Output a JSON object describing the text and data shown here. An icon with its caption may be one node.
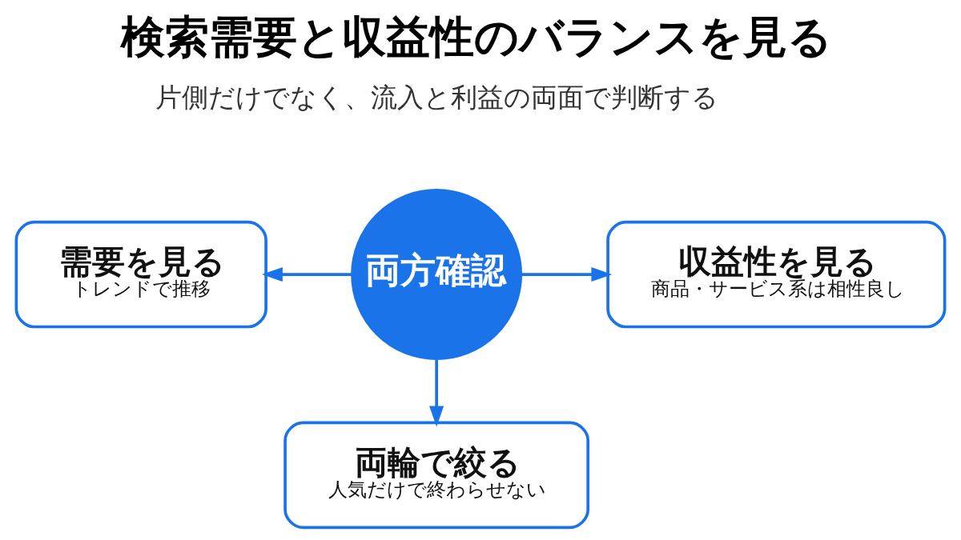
{
  "diagram": {
    "title": "検索需要と収益性のバランスを見る",
    "nodes": [
      {
        "text": [
          "需要を見る",
          "トレンドで推移"
        ]
      },
      {
        "text": [
          "両方確認"
        ]
      },
      {
        "text": [
          "収益性を見る",
          "商品・サービス系は相性良し"
        ]
      },
      {
        "text": [
          "両輪で絞る",
          "人気だけで終わらせない"
        ]
      }
    ],
    "edges": [
      {
        "from": 1,
        "to": 0,
        "arrow": "to"
      },
      {
        "from": 1,
        "to": 2,
        "arrow": "to"
      },
      {
        "from": 1,
        "to": 3,
        "arrow": "to"
      }
    ],
    "labels": [
      "片側だけでなく、流入と利益の両面で判断する"
    ]
  }
}
